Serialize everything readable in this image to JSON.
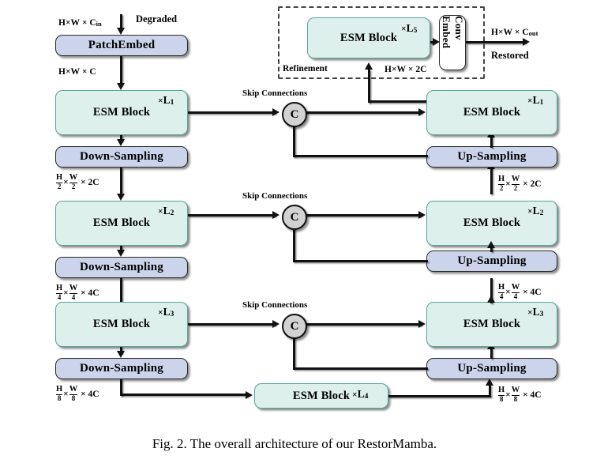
{
  "figure": {
    "caption": "Fig. 2.  The overall architecture of our RestorMamba.",
    "colors": {
      "esm_fill": "#ddf0eb",
      "esm_border": "#55a69c",
      "sampling_fill": "#ccd4ec",
      "sampling_border": "#2b2b2b",
      "concat_fill": "#d2d2d2",
      "line": "#111111",
      "refinement_border": "#444444"
    }
  },
  "encoder": {
    "patch_embed": {
      "label": "PatchEmbed"
    },
    "blocks": [
      {
        "label": "ESM Block",
        "repeat_x": "×",
        "repeat_n": "L",
        "repeat_sub": "1"
      },
      {
        "label": "ESM Block",
        "repeat_x": "×",
        "repeat_n": "L",
        "repeat_sub": "2"
      },
      {
        "label": "ESM Block",
        "repeat_x": "×",
        "repeat_n": "L",
        "repeat_sub": "3"
      }
    ],
    "down_sampling": [
      {
        "label": "Down-Sampling"
      },
      {
        "label": "Down-Sampling"
      },
      {
        "label": "Down-Sampling"
      }
    ]
  },
  "bottleneck": {
    "label": "ESM Block",
    "repeat_x": "×",
    "repeat_n": "L",
    "repeat_sub": "4"
  },
  "decoder": {
    "blocks": [
      {
        "label": "ESM Block",
        "repeat_x": "×",
        "repeat_n": "L",
        "repeat_sub": "1"
      },
      {
        "label": "ESM Block",
        "repeat_x": "×",
        "repeat_n": "L",
        "repeat_sub": "2"
      },
      {
        "label": "ESM Block",
        "repeat_x": "×",
        "repeat_n": "L",
        "repeat_sub": "3"
      }
    ],
    "up_sampling": [
      {
        "label": "Up-Sampling"
      },
      {
        "label": "Up-Sampling"
      },
      {
        "label": "Up-Sampling"
      }
    ]
  },
  "refinement": {
    "group_label": "Refinement",
    "block": {
      "label": "ESM Block",
      "repeat_x": "×",
      "repeat_n": "L",
      "repeat_sub": "5"
    },
    "conv_embed": {
      "label": "Conv Embed"
    },
    "input_dim": {
      "h": "H",
      "x1": "×",
      "w": "W",
      "x2": "×",
      "c": "2C"
    },
    "output_dim": {
      "h": "H",
      "x1": "×",
      "w": "W",
      "x2": "×",
      "c": "C",
      "c_sub": "out"
    },
    "output_flow": "Restored"
  },
  "skip_connections": {
    "label": "Skip Connections",
    "node_symbol": "C",
    "count": 3
  },
  "io": {
    "input_flow": "Degraded",
    "input_dim": {
      "h": "H",
      "x1": "×",
      "w": "W",
      "x2": "×",
      "c": "C",
      "c_sub": "in"
    }
  },
  "dimensions": {
    "after_patch_embed": {
      "h": "H",
      "x1": "×",
      "w": "W",
      "x2": "×",
      "c": "C"
    },
    "level2": {
      "hn": "H",
      "hd": "2",
      "x1": "×",
      "wn": "W",
      "wd": "2",
      "x2": "×",
      "c": "2C"
    },
    "level3": {
      "hn": "H",
      "hd": "4",
      "x1": "×",
      "wn": "W",
      "wd": "4",
      "x2": "×",
      "c": "4C"
    },
    "level4": {
      "hn": "H",
      "hd": "8",
      "x1": "×",
      "wn": "W",
      "wd": "8",
      "x2": "×",
      "c": "4C"
    },
    "up_level2": {
      "hn": "H",
      "hd": "2",
      "x1": "×",
      "wn": "W",
      "wd": "2",
      "x2": "×",
      "c": "2C"
    },
    "up_level3": {
      "hn": "H",
      "hd": "4",
      "x1": "×",
      "wn": "W",
      "wd": "4",
      "x2": "×",
      "c": "4C"
    },
    "up_level4": {
      "hn": "H",
      "hd": "8",
      "x1": "×",
      "wn": "W",
      "wd": "8",
      "x2": "×",
      "c": "4C"
    }
  }
}
